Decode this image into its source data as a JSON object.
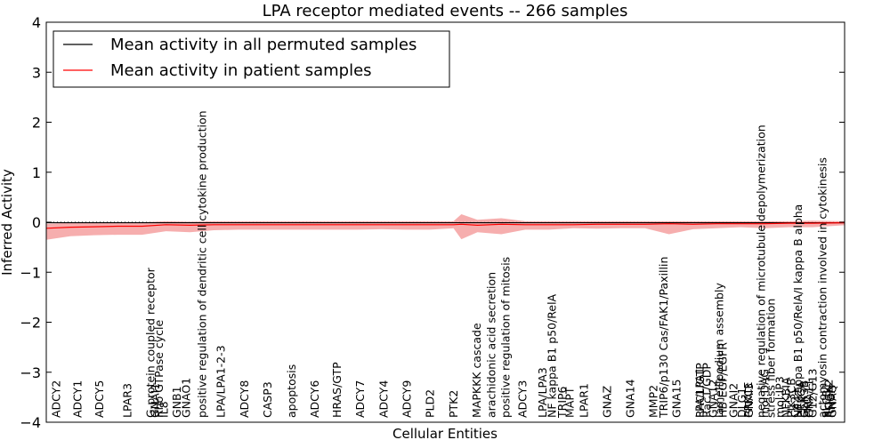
{
  "chart_data": {
    "type": "line",
    "title": "LPA receptor mediated events -- 266 samples",
    "xlabel": "Cellular Entities",
    "ylabel": "Inferred Activity",
    "ylim": [
      -4,
      4
    ],
    "yticks": [
      -4,
      -3,
      -2,
      -1,
      0,
      1,
      2,
      3,
      4
    ],
    "xlim": [
      0,
      100
    ],
    "grid": false,
    "legend_position": "top-left",
    "colors": {
      "permuted": "#000000",
      "patient": "#ff0000",
      "band": "#f4a0a0"
    },
    "series": [
      {
        "name": "Mean activity in all permuted samples",
        "x": [
          0,
          100
        ],
        "values": [
          -0.01,
          -0.01
        ]
      },
      {
        "name": "Mean activity in patient samples",
        "x": [
          0,
          3,
          6,
          9,
          12,
          15,
          18,
          21,
          24,
          27,
          30,
          33,
          36,
          39,
          42,
          45,
          48,
          51,
          52,
          54,
          57,
          60,
          63,
          66,
          69,
          72,
          75,
          78,
          81,
          84,
          87,
          90,
          93,
          96,
          100
        ],
        "values": [
          -0.12,
          -0.1,
          -0.09,
          -0.08,
          -0.08,
          -0.05,
          -0.06,
          -0.05,
          -0.05,
          -0.05,
          -0.05,
          -0.05,
          -0.05,
          -0.05,
          -0.05,
          -0.05,
          -0.05,
          -0.05,
          -0.04,
          -0.06,
          -0.04,
          -0.05,
          -0.05,
          -0.05,
          -0.04,
          -0.04,
          -0.04,
          -0.03,
          -0.04,
          -0.03,
          -0.03,
          -0.03,
          -0.02,
          -0.02,
          -0.01
        ],
        "upper": [
          -0.03,
          -0.01,
          0.0,
          0.0,
          0.0,
          0.02,
          0.01,
          0.02,
          0.02,
          0.02,
          0.02,
          0.02,
          0.02,
          0.02,
          0.02,
          0.02,
          0.02,
          0.02,
          0.16,
          0.05,
          0.08,
          0.02,
          0.02,
          0.02,
          0.02,
          0.02,
          0.02,
          0.02,
          0.02,
          0.02,
          0.02,
          0.02,
          0.02,
          0.03,
          0.02
        ],
        "lower": [
          -0.35,
          -0.28,
          -0.26,
          -0.25,
          -0.25,
          -0.18,
          -0.2,
          -0.16,
          -0.15,
          -0.15,
          -0.15,
          -0.15,
          -0.15,
          -0.15,
          -0.14,
          -0.15,
          -0.15,
          -0.12,
          -0.34,
          -0.2,
          -0.24,
          -0.15,
          -0.15,
          -0.12,
          -0.13,
          -0.12,
          -0.12,
          -0.24,
          -0.14,
          -0.12,
          -0.1,
          -0.12,
          -0.1,
          -0.1,
          -0.06
        ]
      }
    ],
    "entity_labels": [
      {
        "x": 0.5,
        "text": "ADCY2"
      },
      {
        "x": 3.2,
        "text": "ADCY1"
      },
      {
        "x": 5.9,
        "text": "ADCY5"
      },
      {
        "x": 9.4,
        "text": "LPAR3"
      },
      {
        "x": 12.3,
        "text": "G-protein coupled receptor"
      },
      {
        "x": 12.9,
        "text": "GNAI1"
      },
      {
        "x": 13.4,
        "text": "Rho GTPase cycle"
      },
      {
        "x": 14.0,
        "text": "IL8"
      },
      {
        "x": 15.6,
        "text": "GNB1"
      },
      {
        "x": 16.8,
        "text": "GNAO1"
      },
      {
        "x": 18.8,
        "text": "positive regulation of dendritic cell cytokine production"
      },
      {
        "x": 21.1,
        "text": "LPA/LPA1-2-3"
      },
      {
        "x": 24.1,
        "text": "ADCY8"
      },
      {
        "x": 27.0,
        "text": "CASP3"
      },
      {
        "x": 30.0,
        "text": "apoptosis"
      },
      {
        "x": 32.9,
        "text": "ADCY6"
      },
      {
        "x": 35.7,
        "text": "HRAS/GTP"
      },
      {
        "x": 38.6,
        "text": "ADCY7"
      },
      {
        "x": 41.5,
        "text": "ADCY4"
      },
      {
        "x": 44.4,
        "text": "ADCY9"
      },
      {
        "x": 47.3,
        "text": "PLD2"
      },
      {
        "x": 50.3,
        "text": "PTK2"
      },
      {
        "x": 53.2,
        "text": "MAPKKK cascade"
      },
      {
        "x": 55.0,
        "text": "arachidonic acid secretion"
      },
      {
        "x": 56.8,
        "text": "positive regulation of mitosis"
      },
      {
        "x": 58.9,
        "text": "ADCY3"
      },
      {
        "x": 61.4,
        "text": "LPA/LPA3"
      },
      {
        "x": 62.6,
        "text": "NF kappa B1 p50/RelA"
      },
      {
        "x": 63.9,
        "text": "TRIP6"
      },
      {
        "x": 64.8,
        "text": "MAPT"
      },
      {
        "x": 66.6,
        "text": "LPAR1"
      },
      {
        "x": 69.5,
        "text": "GNAZ"
      },
      {
        "x": 72.4,
        "text": "GNA14"
      },
      {
        "x": 75.3,
        "text": "MMP2"
      },
      {
        "x": 76.6,
        "text": "TRIP6/p130 Cas/FAK1/Paxillin"
      },
      {
        "x": 78.2,
        "text": "GNA15"
      },
      {
        "x": 81.1,
        "text": "LPA/LPA1"
      },
      {
        "x": 84.0,
        "text": "HB-EGF/EGFR"
      },
      {
        "x": 86.4,
        "text": "DLG1"
      },
      {
        "x": 87.2,
        "text": "PRKCE"
      },
      {
        "x": 88.8,
        "text": "negative regulation of microtubule depolymerization"
      },
      {
        "x": 90.0,
        "text": "stress fiber formation"
      },
      {
        "x": 91.9,
        "text": "NFKBIA"
      },
      {
        "x": 94.8,
        "text": "GNA11"
      },
      {
        "x": 97.7,
        "text": "GNAQ"
      }
    ],
    "entity_labels_right": [
      {
        "x": 100.2,
        "text": "RAC1/GTP"
      },
      {
        "x": 101.4,
        "text": "Rac1/GDP"
      },
      {
        "x": 102.6,
        "text": "GNA12"
      },
      {
        "x": 103.8,
        "text": "lamellipodium assembly"
      },
      {
        "x": 106.5,
        "text": "GNAI2"
      },
      {
        "x": 109.4,
        "text": "GNAI3"
      },
      {
        "x": 112.3,
        "text": "mol:DAG"
      },
      {
        "x": 115.2,
        "text": "mol:IP3"
      },
      {
        "x": 117.4,
        "text": "PIK3CB"
      },
      {
        "x": 118.0,
        "text": "Ca2+"
      },
      {
        "x": 118.6,
        "text": "NF kappa B1 p50/RelA/I kappa B alpha"
      },
      {
        "x": 119.2,
        "text": "PRKCA"
      },
      {
        "x": 119.8,
        "text": "GSK3B"
      },
      {
        "x": 120.4,
        "text": "PKC"
      },
      {
        "x": 121.4,
        "text": "G12/G13"
      },
      {
        "x": 123.2,
        "text": "actomyosin contraction involved in cytokinesis"
      },
      {
        "x": 124.0,
        "text": "PLCB1"
      },
      {
        "x": 124.4,
        "text": "ROCK2"
      },
      {
        "x": 124.8,
        "text": "RHOA"
      }
    ]
  }
}
